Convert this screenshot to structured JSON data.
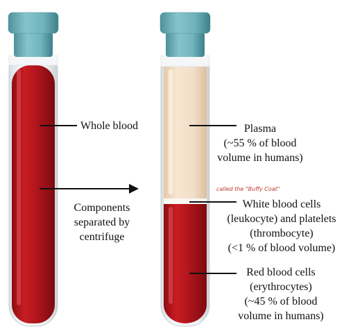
{
  "labels": {
    "whole_blood": "Whole blood",
    "components": [
      "Components",
      "separated by",
      "centrifuge"
    ],
    "plasma": [
      "Plasma",
      "(~55 % of blood",
      "volume in humans)"
    ],
    "buffy_note": "called the \"Buffy Coat\"",
    "white_cells": [
      "White blood cells",
      "(leukocyte) and platelets",
      "(thrombocyte)",
      "(<1 % of blood volume)"
    ],
    "red_cells": [
      "Red blood cells",
      "(erythrocytes)",
      "(~45 % of blood",
      "volume in humans)"
    ]
  },
  "colors": {
    "cap": "#6fb3bd",
    "cap_dark": "#4f929c",
    "blood_red": "#b3161c",
    "blood_dark": "#8e0d12",
    "plasma": "#f1dcc3",
    "buffy": "#f7f4ee",
    "glass": "#e9eef0",
    "annotation": "#c0392b"
  },
  "icons": [
    "test-tube-whole-blood-icon",
    "test-tube-separated-icon",
    "arrow-right-icon"
  ]
}
